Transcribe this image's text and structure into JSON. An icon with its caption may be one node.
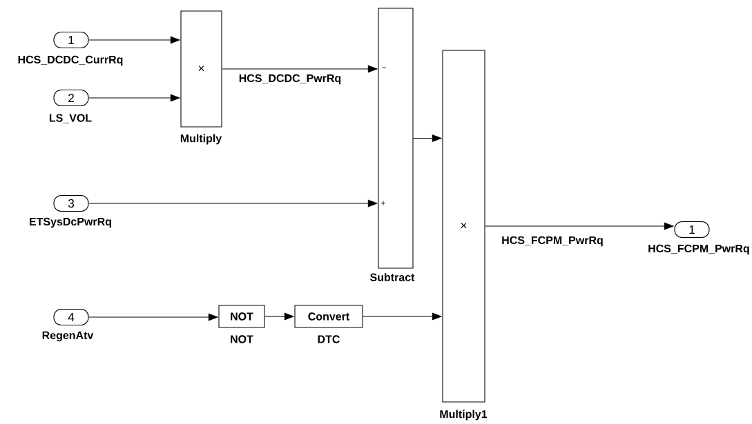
{
  "diagram": {
    "nodes": [
      {
        "text": [
          "1"
        ],
        "beside": [
          "HCS_DCDC_CurrRq"
        ]
      },
      {
        "text": [
          "2"
        ],
        "beside": [
          "LS_VOL"
        ]
      },
      {
        "text": [
          "3"
        ],
        "beside": [
          "ETSysDcPwrRq"
        ]
      },
      {
        "text": [
          "4"
        ],
        "beside": [
          "RegenAtv"
        ]
      },
      {
        "text": [
          "×"
        ],
        "beside": [
          "Multiply"
        ]
      },
      {
        "text": [
          "−",
          "+"
        ],
        "beside": [
          "Subtract"
        ]
      },
      {
        "text": [
          "NOT"
        ],
        "beside": [
          "NOT"
        ]
      },
      {
        "text": [
          "Convert"
        ],
        "beside": [
          "DTC"
        ]
      },
      {
        "text": [
          "×"
        ],
        "beside": [
          "Multiply1"
        ]
      },
      {
        "text": [
          "1"
        ],
        "beside": [
          "HCS_FCPM_PwrRq"
        ]
      }
    ],
    "edges": [
      {
        "from": 0,
        "to": 4,
        "arrow": "to"
      },
      {
        "from": 1,
        "to": 4,
        "arrow": "to"
      },
      {
        "from": 4,
        "to": 5,
        "arrow": "to",
        "label": "HCS_DCDC_PwrRq"
      },
      {
        "from": 2,
        "to": 5,
        "arrow": "to"
      },
      {
        "from": 5,
        "to": 8,
        "arrow": "to"
      },
      {
        "from": 3,
        "to": 6,
        "arrow": "to"
      },
      {
        "from": 6,
        "to": 7,
        "arrow": "to"
      },
      {
        "from": 7,
        "to": 8,
        "arrow": "to"
      },
      {
        "from": 8,
        "to": 9,
        "arrow": "to",
        "label": "HCS_FCPM_PwrRq"
      }
    ]
  }
}
